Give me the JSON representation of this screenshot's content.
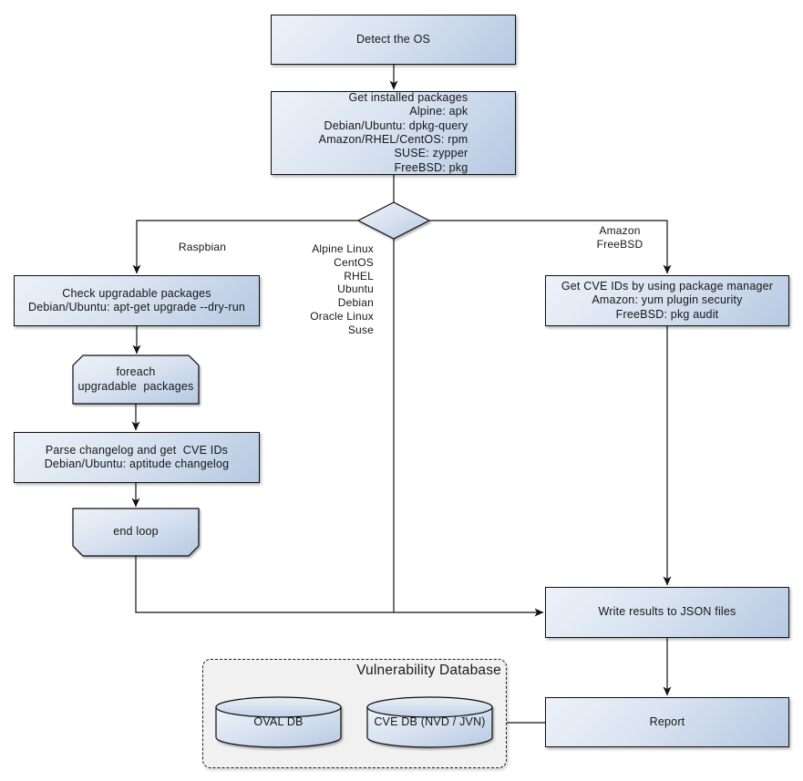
{
  "nodes": {
    "detect_os": {
      "label": "Detect the OS"
    },
    "get_installed_packages": {
      "lines": [
        "Get installed packages",
        "Alpine: apk",
        "Debian/Ubuntu: dpkg-query",
        "Amazon/RHEL/CentOS: rpm",
        "SUSE: zypper",
        "FreeBSD: pkg"
      ]
    },
    "check_upgradable_packages": {
      "lines": [
        "Check upgradable packages",
        "Debian/Ubuntu: apt-get upgrade --dry-run"
      ]
    },
    "foreach_loop": {
      "lines": [
        "foreach",
        "upgradable  packages"
      ]
    },
    "parse_changelog": {
      "lines": [
        "Parse changelog and get  CVE IDs",
        "Debian/Ubuntu: aptitude changelog"
      ]
    },
    "end_loop": {
      "label": "end loop"
    },
    "get_cve_ids_pkg_manager": {
      "lines": [
        "Get CVE IDs by using package manager",
        "Amazon: yum plugin security",
        "FreeBSD: pkg audit"
      ]
    },
    "write_results": {
      "label": "Write results to JSON files"
    },
    "report": {
      "label": "Report"
    },
    "oval_db": {
      "label": "OVAL DB"
    },
    "cve_db": {
      "label": "CVE DB (NVD / JVN)"
    }
  },
  "edge_labels": {
    "left_branch": "Raspbian",
    "right_branch": [
      "Amazon",
      "FreeBSD"
    ],
    "middle_branch": [
      "Alpine Linux",
      "CentOS",
      "RHEL",
      "Ubuntu",
      "Debian",
      "Oracle Linux",
      "Suse"
    ]
  },
  "group": {
    "title": "Vulnerability Database"
  },
  "colors": {
    "node_fill_light": "#ebf1f8",
    "node_fill_dark": "#b5c9e2",
    "node_border": "#0f0f0f",
    "connector": "#111111",
    "group_fill": "#f1f1f1"
  }
}
